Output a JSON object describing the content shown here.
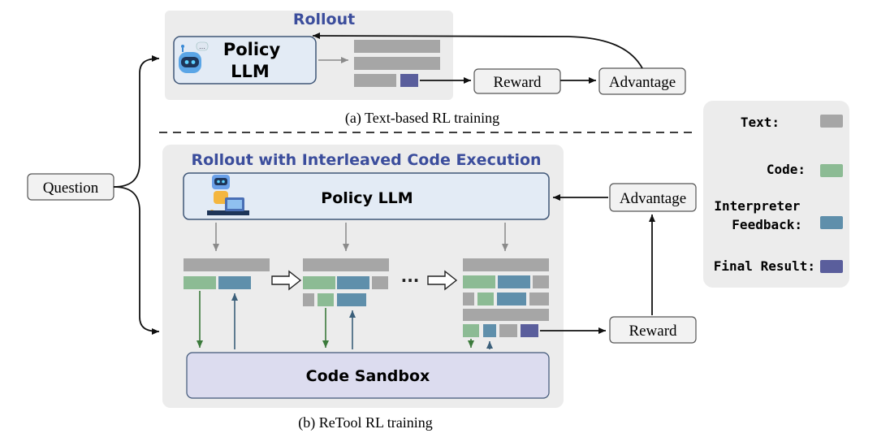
{
  "colors": {
    "text_block": "#a6a6a6",
    "code_block": "#8cbb94",
    "feedback_block": "#5f8fab",
    "final_result_block": "#5a5e9c",
    "panel_bg": "#ececec",
    "policy_bg": "#e3ebf5",
    "policy_border": "#3f5677",
    "sandbox_bg": "#dcdcef",
    "title_blue": "#3b4d9c",
    "arrow_green": "#3b7a3b",
    "arrow_blue": "#3b5f7a",
    "arrow_gray": "#8a8a8a"
  },
  "part_a": {
    "rollout_title": "Rollout",
    "policy_label_line1": "Policy",
    "policy_label_line2": "LLM",
    "reward": "Reward",
    "advantage": "Advantage",
    "caption": "(a) Text-based RL training",
    "icon": "robot-chat-icon"
  },
  "question": "Question",
  "part_b": {
    "rollout_title": "Rollout with Interleaved Code Execution",
    "policy_label": "Policy LLM",
    "sandbox_label": "Code Sandbox",
    "ellipsis": "···",
    "reward": "Reward",
    "advantage": "Advantage",
    "caption": "(b) ReTool RL training",
    "icon": "robot-laptop-icon"
  },
  "legend": {
    "items": [
      {
        "label": "Text:",
        "color_key": "text_block"
      },
      {
        "label": "Code:",
        "color_key": "code_block"
      },
      {
        "label": "Interpreter\nFeedback:",
        "color_key": "feedback_block"
      },
      {
        "label": "Final Result:",
        "color_key": "final_result_block"
      }
    ]
  }
}
